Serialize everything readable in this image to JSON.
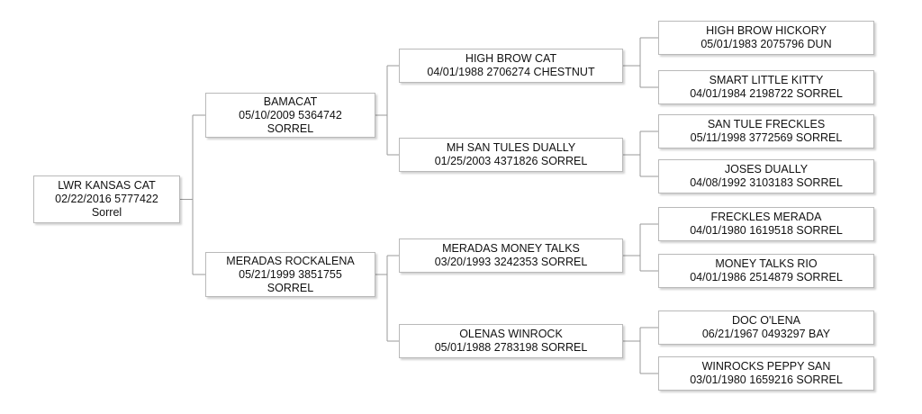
{
  "pedigree": {
    "subject": {
      "name": "LWR KANSAS CAT",
      "line2": "02/22/2016 5777422",
      "line3": "Sorrel"
    },
    "sire": {
      "name": "BAMACAT",
      "line2": "05/10/2009 5364742",
      "line3": "SORREL"
    },
    "dam": {
      "name": "MERADAS ROCKALENA",
      "line2": "05/21/1999 3851755",
      "line3": "SORREL"
    },
    "sire_sire": {
      "name": "HIGH BROW CAT",
      "line2": "04/01/1988 2706274 CHESTNUT"
    },
    "sire_dam": {
      "name": "MH SAN TULES DUALLY",
      "line2": "01/25/2003 4371826 SORREL"
    },
    "dam_sire": {
      "name": "MERADAS MONEY TALKS",
      "line2": "03/20/1993 3242353 SORREL"
    },
    "dam_dam": {
      "name": "OLENAS WINROCK",
      "line2": "05/01/1988 2783198 SORREL"
    },
    "ss_sire": {
      "name": "HIGH BROW HICKORY",
      "line2": "05/01/1983 2075796 DUN"
    },
    "ss_dam": {
      "name": "SMART LITTLE KITTY",
      "line2": "04/01/1984 2198722 SORREL"
    },
    "sd_sire": {
      "name": "SAN TULE FRECKLES",
      "line2": "05/11/1998 3772569 SORREL"
    },
    "sd_dam": {
      "name": "JOSES DUALLY",
      "line2": "04/08/1992 3103183 SORREL"
    },
    "ds_sire": {
      "name": "FRECKLES MERADA",
      "line2": "04/01/1980 1619518 SORREL"
    },
    "ds_dam": {
      "name": "MONEY TALKS RIO",
      "line2": "04/01/1986 2514879 SORREL"
    },
    "dd_sire": {
      "name": "DOC O'LENA",
      "line2": "06/21/1967 0493297 BAY"
    },
    "dd_dam": {
      "name": "WINROCKS PEPPY SAN",
      "line2": "03/01/1980 1659216 SORREL"
    }
  }
}
